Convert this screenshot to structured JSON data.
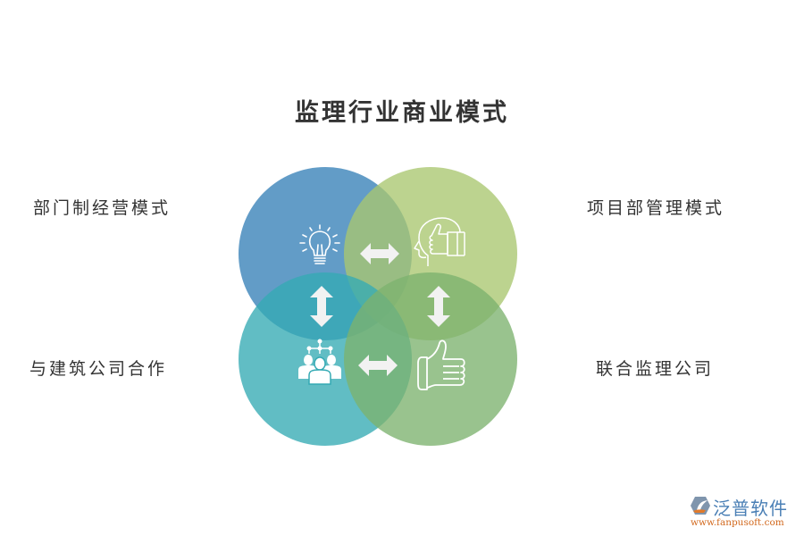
{
  "title": "监理行业商业模式",
  "labels": {
    "top_left": "部门制经营模式",
    "top_right": "项目部管理模式",
    "bottom_left": "与建筑公司合作",
    "bottom_right": "联合监理公司"
  },
  "circles": [
    {
      "id": "top-left",
      "color": "#3f86bb",
      "icon": "lightbulb-icon"
    },
    {
      "id": "top-right",
      "color": "#a9c770",
      "icon": "head-thumbs-up-icon"
    },
    {
      "id": "bottom-left",
      "color": "#34aab4",
      "icon": "team-network-icon"
    },
    {
      "id": "bottom-right",
      "color": "#7cb26e",
      "icon": "thumbs-up-icon"
    }
  ],
  "arrows": [
    {
      "id": "top-horizontal",
      "icon": "double-arrow-horizontal-icon"
    },
    {
      "id": "left-vertical",
      "icon": "double-arrow-vertical-icon"
    },
    {
      "id": "right-vertical",
      "icon": "double-arrow-vertical-icon"
    },
    {
      "id": "bottom-horizontal",
      "icon": "double-arrow-horizontal-icon"
    }
  ],
  "logo": {
    "name": "泛普软件",
    "url": "www.fanpusoft.com"
  }
}
